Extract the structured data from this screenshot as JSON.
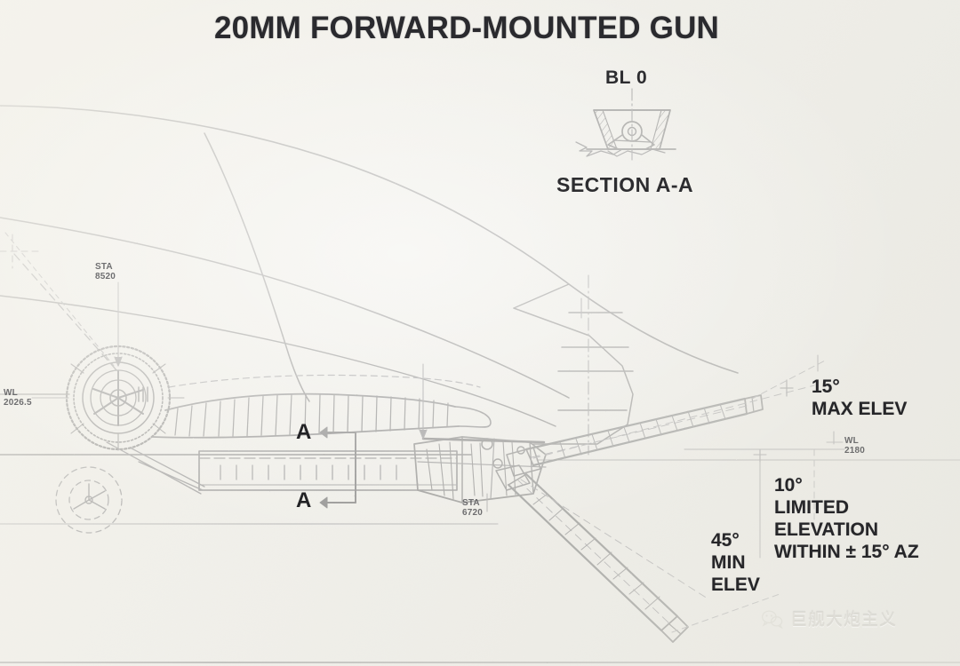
{
  "document": {
    "title": "20MM FORWARD-MOUNTED GUN",
    "type": "engineering line drawing",
    "background_color": "#f3f2ed",
    "ink_color": "#2b2b2b"
  },
  "callouts": {
    "bl_zero": "BL 0",
    "section_label": "SECTION A-A",
    "section_marker_letter_top": "A",
    "section_marker_letter_bottom": "A"
  },
  "annotations": {
    "max_elev": "15°\nMAX ELEV",
    "limited_elev": "10°\nLIMITED\nELEVATION\nWITHIN ± 15° AZ",
    "min_elev": "45°\nMIN\nELEV"
  },
  "stations": {
    "sta_forward": "STA\n8520",
    "sta_aft": "STA\n6720",
    "wl_low": "WL\n2026.5",
    "wl_high": "WL\n2180"
  },
  "watermark": {
    "text": "巨舰大炮主义",
    "icon": "wechat-icon"
  },
  "values": {
    "max_elevation_deg": 15,
    "min_elevation_deg": 45,
    "limited_elevation_deg": 10,
    "azimuth_limit_deg": 15,
    "caliber_mm": 20
  }
}
